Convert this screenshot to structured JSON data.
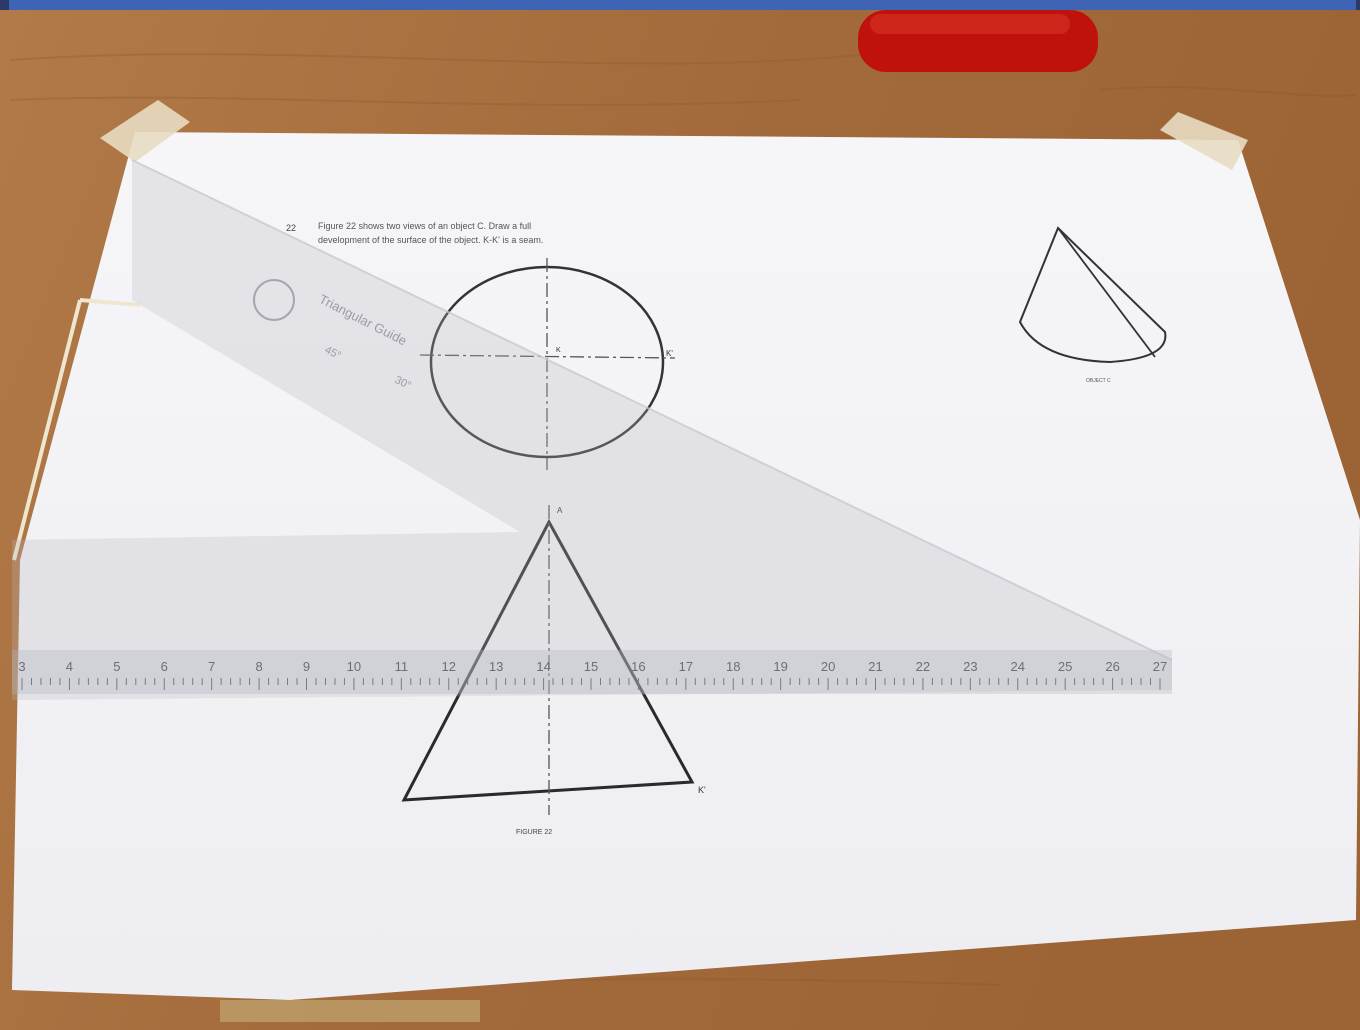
{
  "photo": {
    "question_number": "22",
    "question_line1": "Figure 22 shows two views of an object C. Draw a full",
    "question_line2": "development of the surface of the object. K-K' is a seam.",
    "point_top": "K",
    "point_right": "K'",
    "apex_label": "A",
    "base_label": "K'",
    "figure_caption": "FIGURE 22",
    "object_caption": "OBJECT C",
    "set_square_text": "Triangular Guide",
    "set_square_angle1": "45°",
    "set_square_angle2": "30°",
    "ruler_numbers": [
      "3",
      "4",
      "5",
      "6",
      "7",
      "8",
      "9",
      "10",
      "11",
      "12",
      "13",
      "14",
      "15",
      "16",
      "17",
      "18",
      "19",
      "20",
      "21",
      "22",
      "23",
      "24",
      "25",
      "26",
      "27"
    ],
    "colors": {
      "desk": "#a8703f",
      "paper": "#f3f3f5",
      "eraser": "#c0120c",
      "frame_accent": "#3f63b5"
    }
  }
}
